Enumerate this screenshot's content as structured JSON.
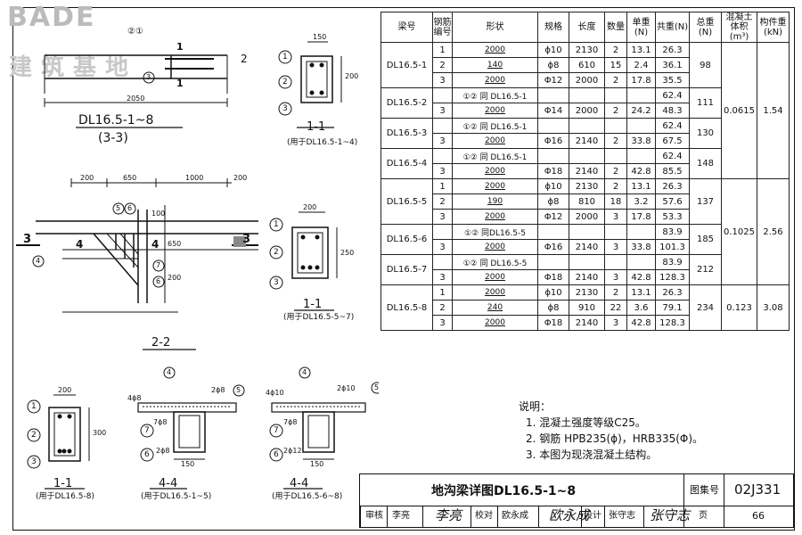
{
  "logo": {
    "en": "BADE",
    "cn": "建筑基地"
  },
  "drawing": {
    "elev_label": "DL16.5-1~8",
    "elev_sub": "(3-3)",
    "dim_2050": "2050",
    "sec11_a": "1-1",
    "sec11_a_note": "(用于DL16.5-1~4)",
    "dim150": "150",
    "dim200": "200",
    "sec22": "2-2",
    "dim_200a": "200",
    "dim_650": "650",
    "dim_1000": "1000",
    "dim_200b": "200",
    "dim_100": "100",
    "dim_650v": "650",
    "dim_200v": "200",
    "sec11_b": "1-1",
    "sec11_b_note": "(用于DL16.5-5~7)",
    "dim_250": "250",
    "sec11_c": "1-1",
    "sec11_c_note": "(用于DL16.5-8)",
    "dim_300": "300",
    "sec44_a": "4-4",
    "sec44_a_note": "(用于DL16.5-1~5)",
    "sec44_b": "4-4",
    "sec44_b_note": "(用于DL16.5-6~8)",
    "bar_2phi8": "2ϕ8",
    "bar_2phi10": "2ϕ10",
    "bar_2phi12": "2ϕ12",
    "bar_7phi8": "7ϕ8",
    "bar_4phi10": "4ϕ10",
    "bar_4phi8": "4ϕ8",
    "cut1": "1",
    "cut2": "2",
    "cut3": "3",
    "cut4": "4",
    "c1": "1",
    "c2": "2",
    "c3": "3",
    "c4": "4",
    "c5": "5",
    "c6": "6",
    "c7": "7",
    "c1c2": "②①"
  },
  "table": {
    "headers": [
      "梁号",
      "钢筋编号",
      "形状",
      "规格",
      "长度",
      "数量",
      "单重(N)",
      "共重(N)",
      "总重(N)",
      "混凝土体积(m³)",
      "构件重(kN)"
    ],
    "groups": [
      {
        "beam": "DL16.5-1",
        "total": "98",
        "vol": "0.0615",
        "wt": "1.54",
        "rows": [
          {
            "no": "1",
            "shape": "2000",
            "spec": "ϕ10",
            "len": "2130",
            "qty": "2",
            "unit": "13.1",
            "sum": "26.3"
          },
          {
            "no": "2",
            "shape": "140",
            "spec": "ϕ8",
            "len": "610",
            "qty": "15",
            "unit": "2.4",
            "sum": "36.1"
          },
          {
            "no": "3",
            "shape": "2000",
            "spec": "Φ12",
            "len": "2000",
            "qty": "2",
            "unit": "17.8",
            "sum": "35.5"
          }
        ]
      },
      {
        "beam": "DL16.5-2",
        "total": "111",
        "rows": [
          {
            "no": "",
            "shape": "①② 同 DL16.5-1",
            "spec": "",
            "len": "",
            "qty": "",
            "unit": "",
            "sum": "62.4"
          },
          {
            "no": "3",
            "shape": "2000",
            "spec": "Φ14",
            "len": "2000",
            "qty": "2",
            "unit": "24.2",
            "sum": "48.3"
          }
        ]
      },
      {
        "beam": "DL16.5-3",
        "total": "130",
        "rows": [
          {
            "no": "",
            "shape": "①② 同 DL16.5-1",
            "spec": "",
            "len": "",
            "qty": "",
            "unit": "",
            "sum": "62.4"
          },
          {
            "no": "3",
            "shape": "2000",
            "spec": "Φ16",
            "len": "2140",
            "qty": "2",
            "unit": "33.8",
            "sum": "67.5"
          }
        ]
      },
      {
        "beam": "DL16.5-4",
        "total": "148",
        "rows": [
          {
            "no": "",
            "shape": "①② 同 DL16.5-1",
            "spec": "",
            "len": "",
            "qty": "",
            "unit": "",
            "sum": "62.4"
          },
          {
            "no": "3",
            "shape": "2000",
            "spec": "Φ18",
            "len": "2140",
            "qty": "2",
            "unit": "42.8",
            "sum": "85.5"
          }
        ]
      },
      {
        "beam": "DL16.5-5",
        "total": "137",
        "vol": "0.1025",
        "wt": "2.56",
        "rows": [
          {
            "no": "1",
            "shape": "2000",
            "spec": "ϕ10",
            "len": "2130",
            "qty": "2",
            "unit": "13.1",
            "sum": "26.3"
          },
          {
            "no": "2",
            "shape": "190",
            "spec": "ϕ8",
            "len": "810",
            "qty": "18",
            "unit": "3.2",
            "sum": "57.6"
          },
          {
            "no": "3",
            "shape": "2000",
            "spec": "Φ12",
            "len": "2000",
            "qty": "3",
            "unit": "17.8",
            "sum": "53.3"
          }
        ]
      },
      {
        "beam": "DL16.5-6",
        "total": "185",
        "rows": [
          {
            "no": "",
            "shape": "①② 同DL16.5-5",
            "spec": "",
            "len": "",
            "qty": "",
            "unit": "",
            "sum": "83.9"
          },
          {
            "no": "3",
            "shape": "2000",
            "spec": "Φ16",
            "len": "2140",
            "qty": "3",
            "unit": "33.8",
            "sum": "101.3"
          }
        ]
      },
      {
        "beam": "DL16.5-7",
        "total": "212",
        "rows": [
          {
            "no": "",
            "shape": "①② 同 DL16.5-5",
            "spec": "",
            "len": "",
            "qty": "",
            "unit": "",
            "sum": "83.9"
          },
          {
            "no": "3",
            "shape": "2000",
            "spec": "Φ18",
            "len": "2140",
            "qty": "3",
            "unit": "42.8",
            "sum": "128.3"
          }
        ]
      },
      {
        "beam": "DL16.5-8",
        "total": "234",
        "vol": "0.123",
        "wt": "3.08",
        "rows": [
          {
            "no": "1",
            "shape": "2000",
            "spec": "ϕ10",
            "len": "2130",
            "qty": "2",
            "unit": "13.1",
            "sum": "26.3"
          },
          {
            "no": "2",
            "shape": "240",
            "spec": "ϕ8",
            "len": "910",
            "qty": "22",
            "unit": "3.6",
            "sum": "79.1"
          },
          {
            "no": "3",
            "shape": "2000",
            "spec": "Φ18",
            "len": "2140",
            "qty": "3",
            "unit": "42.8",
            "sum": "128.3"
          }
        ]
      }
    ]
  },
  "notes": {
    "title": "说明：",
    "n1": "1. 混凝土强度等级C25。",
    "n2": "2. 钢筋 HPB235(ϕ)，HRB335(Φ)。",
    "n3": "3. 本图为现浇混凝土结构。"
  },
  "title_block": {
    "title": "地沟梁详图DL16.5-1~8",
    "set_label": "图集号",
    "set_no": "02J331",
    "review_label": "审核",
    "reviewer": "李亮",
    "check_label": "校对",
    "checker": "欧永成",
    "design_label": "设计",
    "designer": "张守志",
    "page_label": "页",
    "page_no": "66"
  }
}
